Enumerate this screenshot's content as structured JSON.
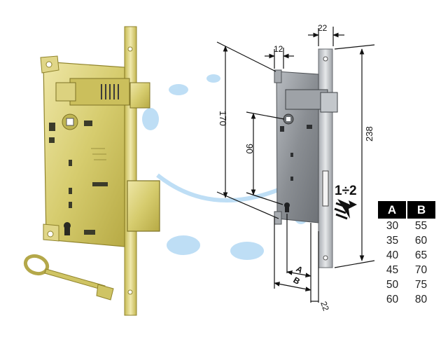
{
  "dimensions": {
    "top_width": "22",
    "backset_width": "12",
    "height_170": "170",
    "height_90": "90",
    "height_238": "238",
    "depth_a": "A",
    "depth_b": "B",
    "bottom_width": "22",
    "ratio": "1÷2"
  },
  "table": {
    "headers": [
      "A",
      "B"
    ],
    "rows": [
      [
        "30",
        "55"
      ],
      [
        "35",
        "60"
      ],
      [
        "40",
        "65"
      ],
      [
        "45",
        "70"
      ],
      [
        "50",
        "75"
      ],
      [
        "60",
        "80"
      ]
    ]
  },
  "colors": {
    "brass": "#d9cf72",
    "brass_dark": "#a89a33",
    "steel": "#8e9297",
    "watermark": "#a9d4f2"
  }
}
